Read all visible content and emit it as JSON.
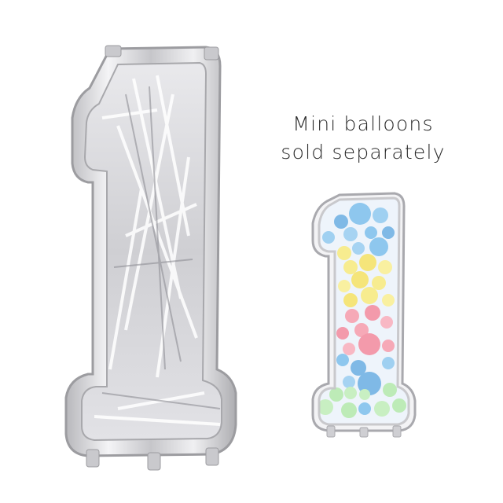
{
  "caption": {
    "line1": "Mini balloons",
    "line2": "sold separately"
  },
  "icons": {
    "large_balloon": "silver-foil-number-one-balloon",
    "small_balloon": "mosaic-number-one-balloon-with-pastel-mini-balloons"
  },
  "colors": {
    "background": "#ffffff",
    "silver": "#d4d4d6",
    "pastel_blue": "#8ec7ee",
    "pastel_yellow": "#f7ec8f",
    "pastel_pink": "#f6a9b7",
    "pastel_green": "#bdebb7"
  }
}
